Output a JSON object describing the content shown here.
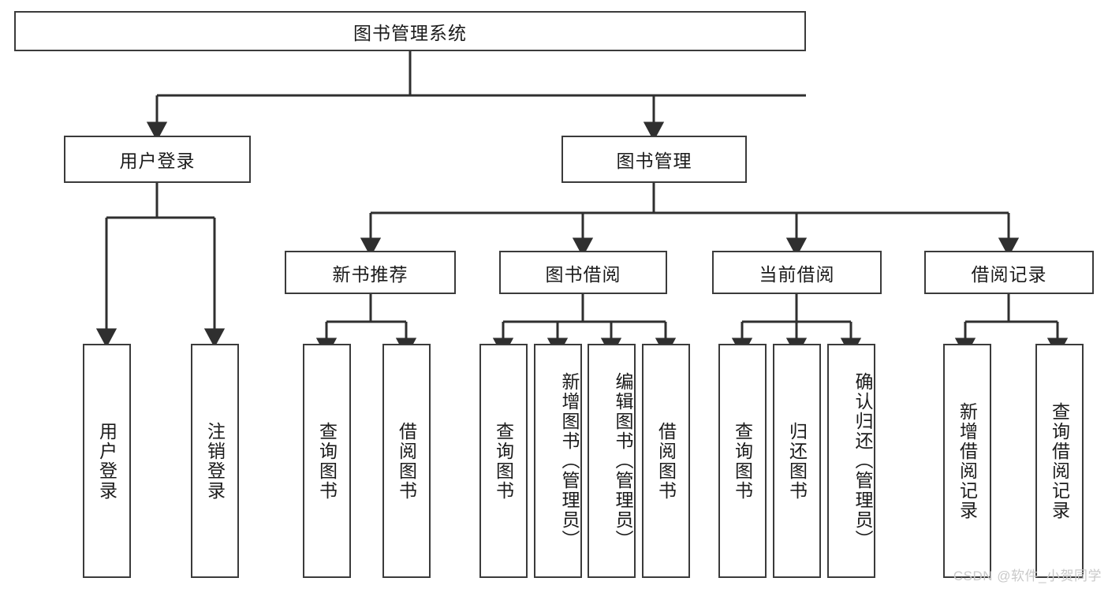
{
  "diagram": {
    "title": "图书管理系统",
    "type": "tree",
    "root": {
      "id": "root",
      "label": "图书管理系统"
    },
    "level2": [
      {
        "id": "user-login",
        "label": "用户登录"
      },
      {
        "id": "book-manage",
        "label": "图书管理"
      }
    ],
    "level3": [
      {
        "id": "new-book-recommend",
        "label": "新书推荐",
        "parent": "book-manage"
      },
      {
        "id": "book-borrow",
        "label": "图书借阅",
        "parent": "book-manage"
      },
      {
        "id": "current-borrow",
        "label": "当前借阅",
        "parent": "book-manage"
      },
      {
        "id": "borrow-record",
        "label": "借阅记录",
        "parent": "book-manage"
      }
    ],
    "leaves": [
      {
        "id": "leaf-user-login",
        "label": "用户登录",
        "parent": "user-login"
      },
      {
        "id": "leaf-logout-login",
        "label": "注销登录",
        "parent": "user-login"
      },
      {
        "id": "leaf-query-book-1",
        "label": "查询图书",
        "parent": "new-book-recommend"
      },
      {
        "id": "leaf-borrow-book-1",
        "label": "借阅图书",
        "parent": "new-book-recommend"
      },
      {
        "id": "leaf-query-book-2",
        "label": "查询图书",
        "parent": "book-borrow"
      },
      {
        "id": "leaf-add-book",
        "label": "新增图书（管理员）",
        "parent": "book-borrow"
      },
      {
        "id": "leaf-edit-book",
        "label": "编辑图书（管理员）",
        "parent": "book-borrow"
      },
      {
        "id": "leaf-borrow-book-2",
        "label": "借阅图书",
        "parent": "book-borrow"
      },
      {
        "id": "leaf-query-book-3",
        "label": "查询图书",
        "parent": "current-borrow"
      },
      {
        "id": "leaf-return-book",
        "label": "归还图书",
        "parent": "current-borrow"
      },
      {
        "id": "leaf-confirm-return",
        "label": "确认归还（管理员）",
        "parent": "current-borrow"
      },
      {
        "id": "leaf-add-record",
        "label": "新增借阅记录",
        "parent": "borrow-record"
      },
      {
        "id": "leaf-query-record",
        "label": "查询借阅记录",
        "parent": "borrow-record"
      }
    ]
  },
  "watermark": {
    "text": "CSDN @软件_小贺同学",
    "color": "#c9c9c9"
  },
  "style": {
    "box_border": "#3b3b3b",
    "edge_color": "#2f2f2f",
    "background": "#ffffff"
  }
}
